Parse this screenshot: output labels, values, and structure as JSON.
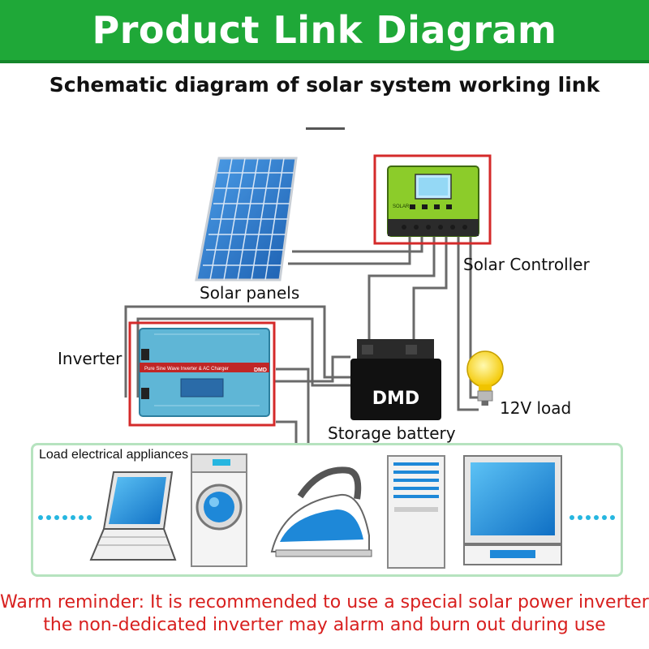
{
  "header": {
    "title": "Product Link Diagram",
    "subtitle": "Schematic diagram of solar system working link"
  },
  "diagram": {
    "solar_panels_label": "Solar panels",
    "solar_controller_label": "Solar Controller",
    "inverter_label": "Inverter",
    "storage_battery_label": "Storage battery",
    "battery_brand": "DMD",
    "load_label": "12V load",
    "inverter_panel_text": "Pure Sine Wave Inverter & AC Charger",
    "inverter_brand": "DMD",
    "controller_brand": "SOLAR"
  },
  "appliances": {
    "title": "Load electrical appliances",
    "items": [
      "laptop-icon",
      "washing-machine-icon",
      "iron-icon",
      "air-conditioner-icon",
      "tv-icon"
    ]
  },
  "reminder": {
    "line1": "Warm reminder: It is recommended to use a special solar power inverter,",
    "line2": "the non-dedicated inverter may alarm and burn out during use"
  },
  "colors": {
    "banner_green": "#1fa838",
    "reminder_red": "#d8201f",
    "highlight_red": "#d42a2a",
    "panel_blue": "#2a74c9",
    "controller_green": "#8ccc2a",
    "appliance_blue": "#1e88d8",
    "inverter_teal": "#5fb6d6"
  }
}
